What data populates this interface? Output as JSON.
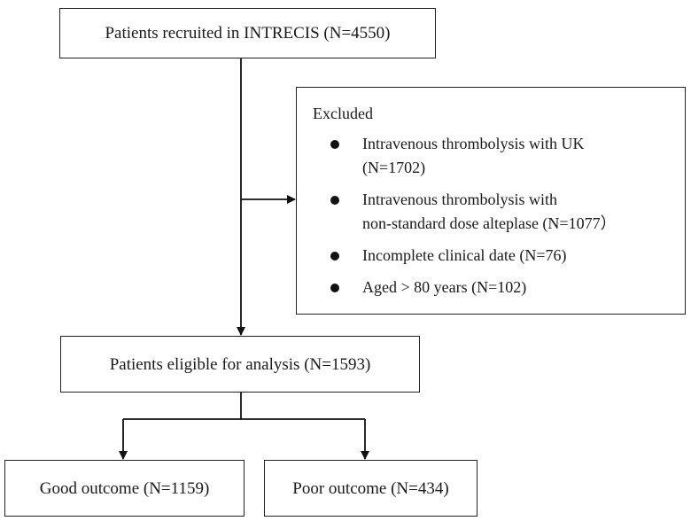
{
  "flowchart": {
    "recruited": "Patients recruited in INTRECIS (N=4550)",
    "excluded": {
      "heading": "Excluded",
      "items": [
        {
          "lines": [
            "Intravenous thrombolysis with UK",
            "(N=1702)"
          ]
        },
        {
          "lines": [
            "Intravenous thrombolysis with",
            "non-standard dose alteplase (N=1077）"
          ]
        },
        {
          "lines": [
            "Incomplete clinical date (N=76)"
          ]
        },
        {
          "lines": [
            "Aged > 80 years (N=102)"
          ]
        }
      ]
    },
    "eligible": "Patients eligible for analysis (N=1593)",
    "good_outcome": "Good outcome (N=1159)",
    "poor_outcome": "Poor outcome (N=434)"
  }
}
